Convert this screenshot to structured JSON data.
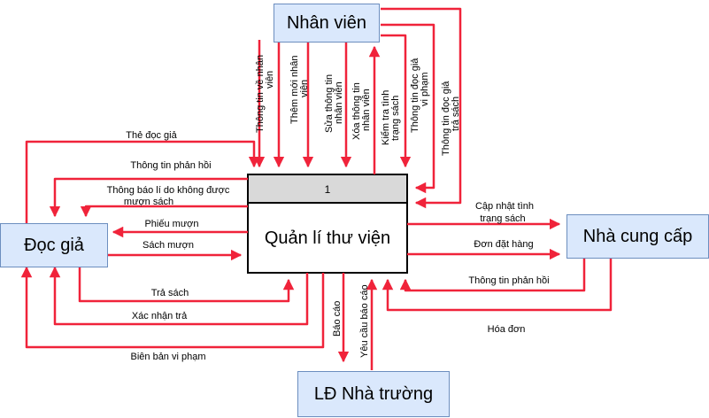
{
  "colors": {
    "arrow": "#f0233a",
    "entity_fill": "#dae8fc",
    "entity_border": "#6c8ebf",
    "process_header": "#d9d9d9"
  },
  "entities": {
    "staff": "Nhân viên",
    "reader": "Đọc giả",
    "supplier": "Nhà cung cấp",
    "school": "LĐ Nhà trường"
  },
  "process": {
    "id": "1",
    "name": "Quản lí thư viện"
  },
  "flows": {
    "staff_info_line1": "Thông tin về nhân",
    "staff_info_line2": "viên",
    "add_staff_line1": "Thêm mới nhân",
    "add_staff_line2": "viên",
    "edit_staff_line1": "Sửa thông tin",
    "edit_staff_line2": "nhân viên",
    "delete_staff_line1": "Xóa  thông tin",
    "delete_staff_line2": "nhân viên",
    "check_status_line1": "Kiểm tra tình",
    "check_status_line2": "trạng sách",
    "violation_info_line1": "Thông tin đọc giả",
    "violation_info_line2": "vi phạm",
    "return_info_line1": "Thông tin đọc giả",
    "return_info_line2": "trả sách",
    "reader_card": "Thẻ đọc giả",
    "feedback_reader": "Thông tin phản hồi",
    "reason_line1": "Thông báo lí do không được",
    "reason_line2": "mượn sách",
    "borrow_slip": "Phiếu mượn",
    "borrowed_books": "Sách mượn",
    "return_books": "Trả sách",
    "return_confirm": "Xác nhận trả",
    "violation_record": "Biên bản vi phạm",
    "update_status_line1": "Cập nhật tình",
    "update_status_line2": "trạng sách",
    "order": "Đơn đặt hàng",
    "feedback_supplier": "Thông tin phản hồi",
    "invoice": "Hóa đơn",
    "report": "Báo cáo",
    "report_request": "Yêu cầu báo cáo"
  }
}
